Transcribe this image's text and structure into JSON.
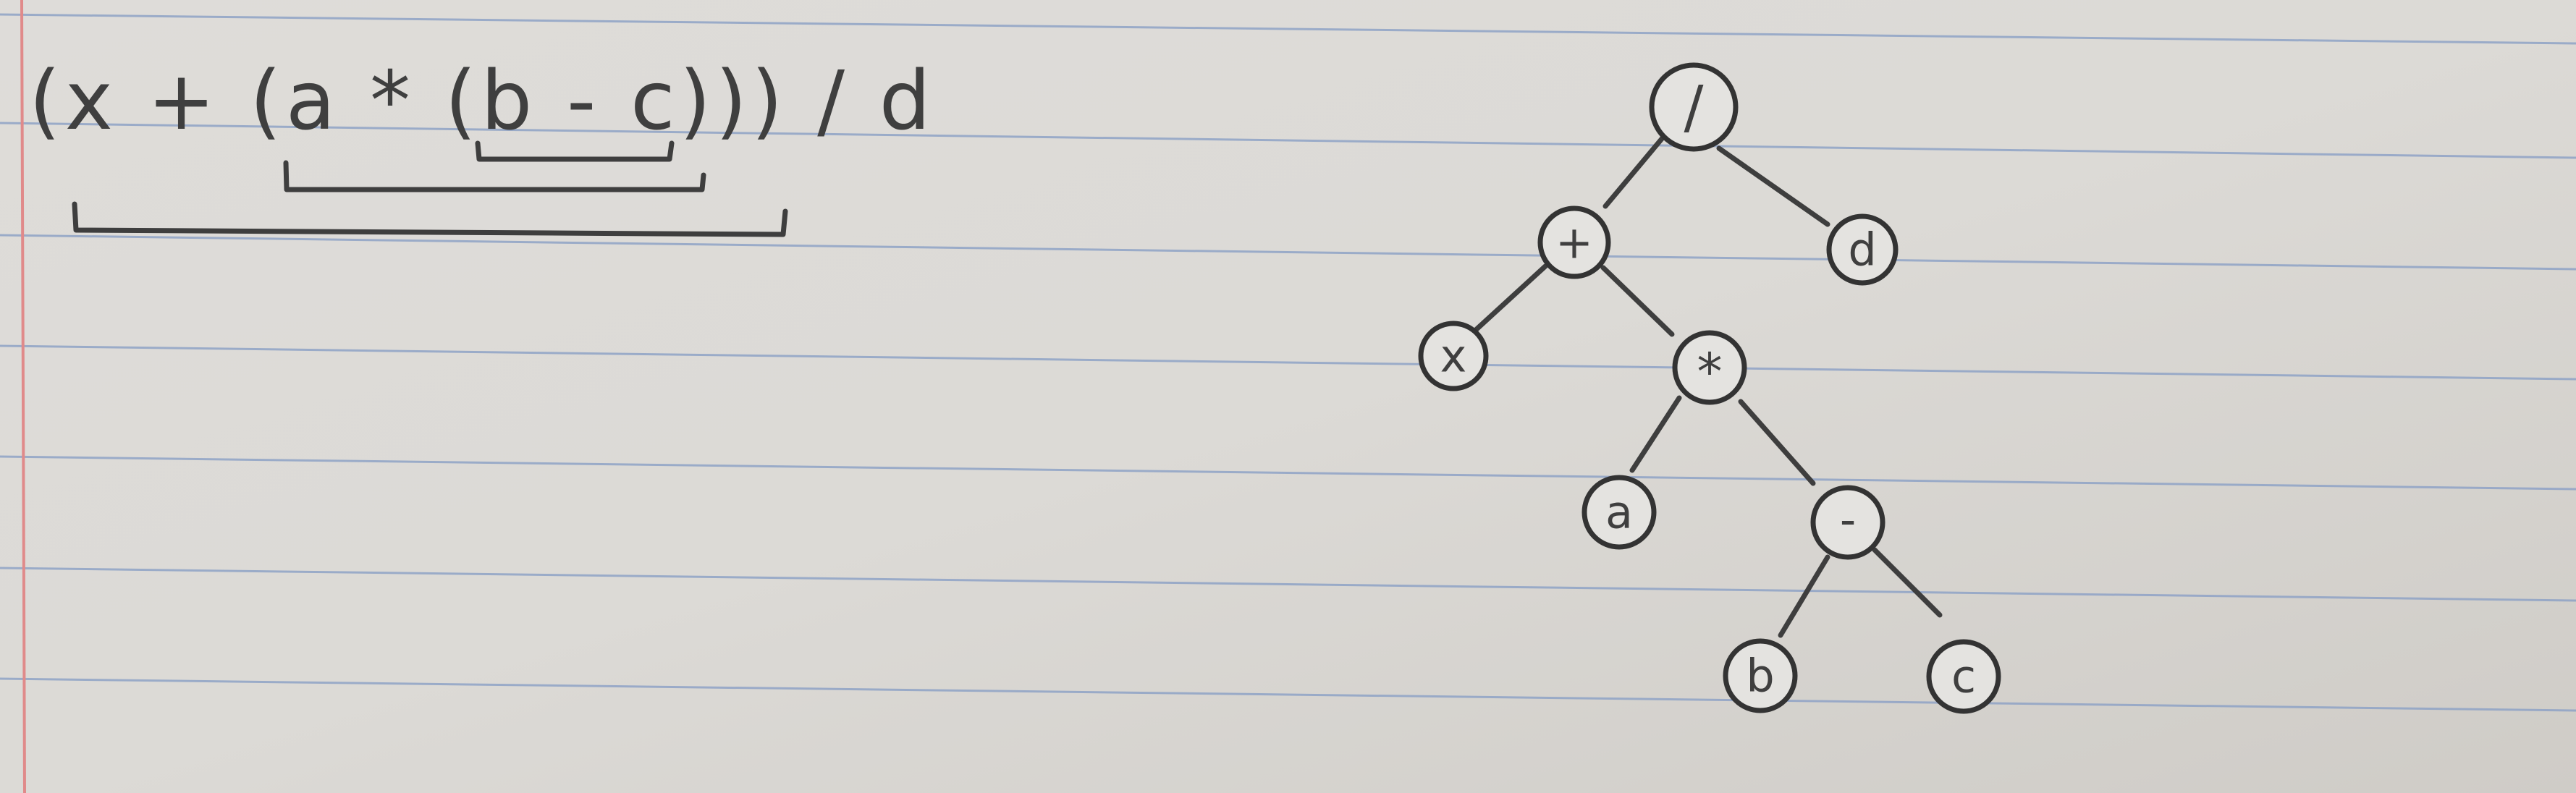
{
  "expression": {
    "text": "(x + (a * (b - c))) / d"
  },
  "tree": {
    "root": {
      "label": "/"
    },
    "plus": {
      "label": "+"
    },
    "d": {
      "label": "d"
    },
    "x": {
      "label": "x"
    },
    "times": {
      "label": "*"
    },
    "a": {
      "label": "a"
    },
    "minus": {
      "label": "-"
    },
    "b": {
      "label": "b"
    },
    "c": {
      "label": "c"
    }
  },
  "colors": {
    "paper": "#d9d7d3",
    "ruled_line": "#8fa3c6",
    "margin_line": "#e08a8a",
    "ink": "#3e3e3e"
  }
}
